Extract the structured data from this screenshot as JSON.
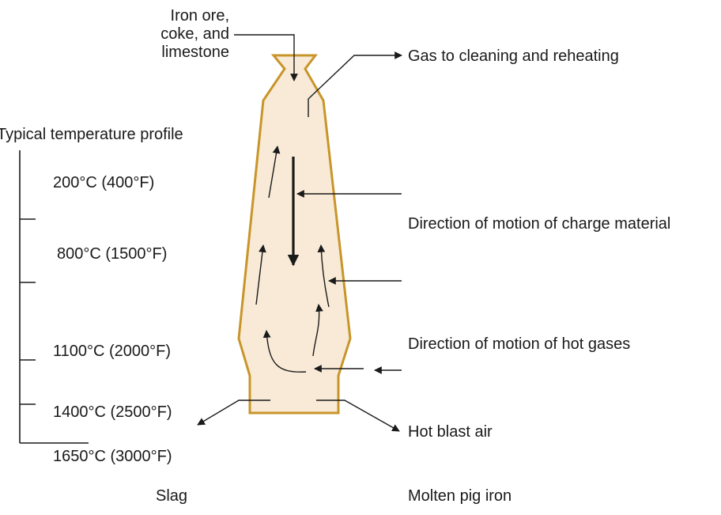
{
  "labels": {
    "input": [
      "Iron ore,",
      "coke, and",
      "limestone"
    ],
    "gas_out": "Gas to cleaning and reheating",
    "profile_title": "Typical temperature profile",
    "temps": [
      "200°C (400°F)",
      "800°C (1500°F)",
      "1100°C (2000°F)",
      "1400°C (2500°F)",
      "1650°C (3000°F)"
    ],
    "charge_motion": "Direction of motion of charge material",
    "gas_motion": "Direction of motion of hot gases",
    "hot_blast": "Hot blast air",
    "slag": "Slag",
    "pig_iron": "Molten pig iron"
  },
  "colors": {
    "furnace_fill": "#f8ead6",
    "furnace_outline": "#c8952a",
    "line": "#1a1a1a"
  }
}
